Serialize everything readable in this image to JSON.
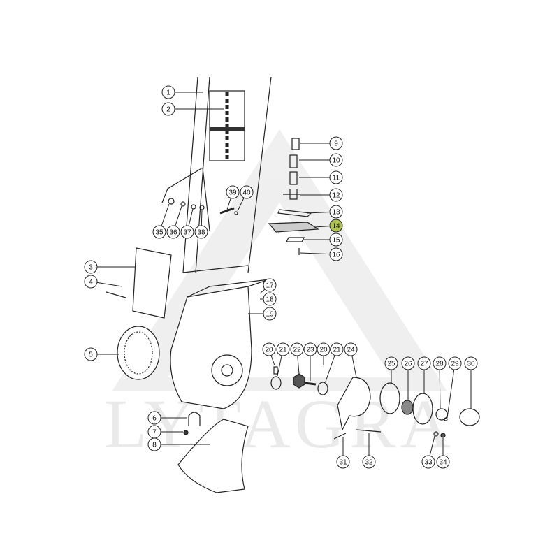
{
  "diagram": {
    "watermark": "LYTAGRA",
    "highlight_color": "#a4b83a",
    "callouts": [
      "1",
      "2",
      "3",
      "4",
      "5",
      "6",
      "7",
      "8",
      "9",
      "10",
      "11",
      "12",
      "13",
      "14",
      "15",
      "16",
      "17",
      "18",
      "19",
      "20",
      "21",
      "22",
      "23",
      "20",
      "21",
      "24",
      "25",
      "26",
      "27",
      "28",
      "29",
      "30",
      "31",
      "32",
      "33",
      "34",
      "35",
      "36",
      "37",
      "38",
      "39",
      "40"
    ],
    "highlighted": "14"
  }
}
